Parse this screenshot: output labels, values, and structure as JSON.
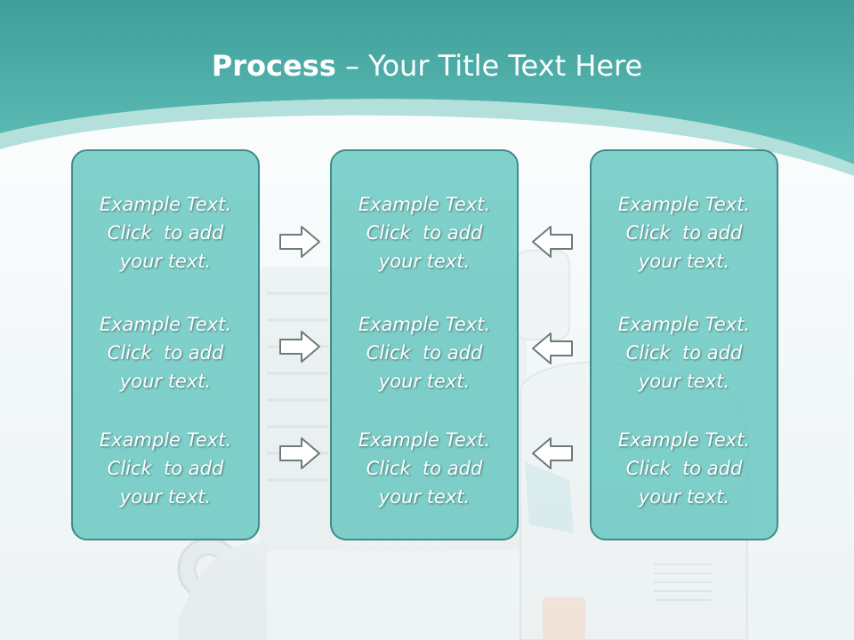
{
  "slide": {
    "title_bold": "Process",
    "title_rest": " – Your Title Text Here"
  },
  "colors": {
    "header_teal": "#4aaea8",
    "header_light": "#8fd1cb",
    "panel_fill": "#5ec4bd",
    "panel_border": "#3f8c88",
    "arrow_stroke": "#6f7a7c",
    "text": "#ffffff"
  },
  "panels": [
    {
      "blocks": [
        [
          "Example Text.",
          "Click  to add",
          "your text."
        ],
        [
          "Example Text.",
          "Click  to add",
          "your text."
        ],
        [
          "Example Text.",
          "Click  to add",
          "your text."
        ]
      ]
    },
    {
      "blocks": [
        [
          "Example Text.",
          "Click  to add",
          "your text."
        ],
        [
          "Example Text.",
          "Click  to add",
          "your text."
        ],
        [
          "Example Text.",
          "Click  to add",
          "your text."
        ]
      ]
    },
    {
      "blocks": [
        [
          "Example Text.",
          "Click  to add",
          "your text."
        ],
        [
          "Example Text.",
          "Click  to add",
          "your text."
        ],
        [
          "Example Text.",
          "Click  to add",
          "your text."
        ]
      ]
    }
  ],
  "arrows": {
    "left_column": [
      "right-arrow-icon",
      "right-arrow-icon",
      "right-arrow-icon"
    ],
    "right_column": [
      "left-arrow-icon",
      "left-arrow-icon",
      "left-arrow-icon"
    ]
  }
}
